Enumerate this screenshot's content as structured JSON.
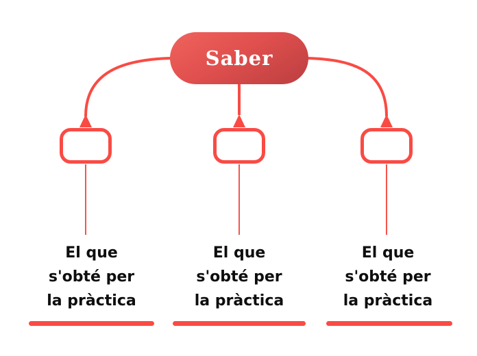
{
  "diagram": {
    "type": "mindmap",
    "background": "#ffffff",
    "root": {
      "label": "Saber"
    },
    "branches": [
      {
        "id": "left",
        "label": "El que s'obté per la pràctica",
        "lines": [
          "El que",
          "s'obté per",
          "la pràctica"
        ]
      },
      {
        "id": "center",
        "label": "El que s'obté per la pràctica",
        "lines": [
          "El que",
          "s'obté per",
          "la pràctica"
        ]
      },
      {
        "id": "right",
        "label": "El que s'obté per la pràctica",
        "lines": [
          "El que",
          "s'obté per",
          "la pràctica"
        ]
      }
    ]
  },
  "colors": {
    "accent_line": "#f94b44",
    "underline": "#fb4b44",
    "root_gradient_start": "#f0635d",
    "root_gradient_end": "#bc3e40",
    "root_text": "#ffffff",
    "label_text": "#0e0e0e"
  }
}
